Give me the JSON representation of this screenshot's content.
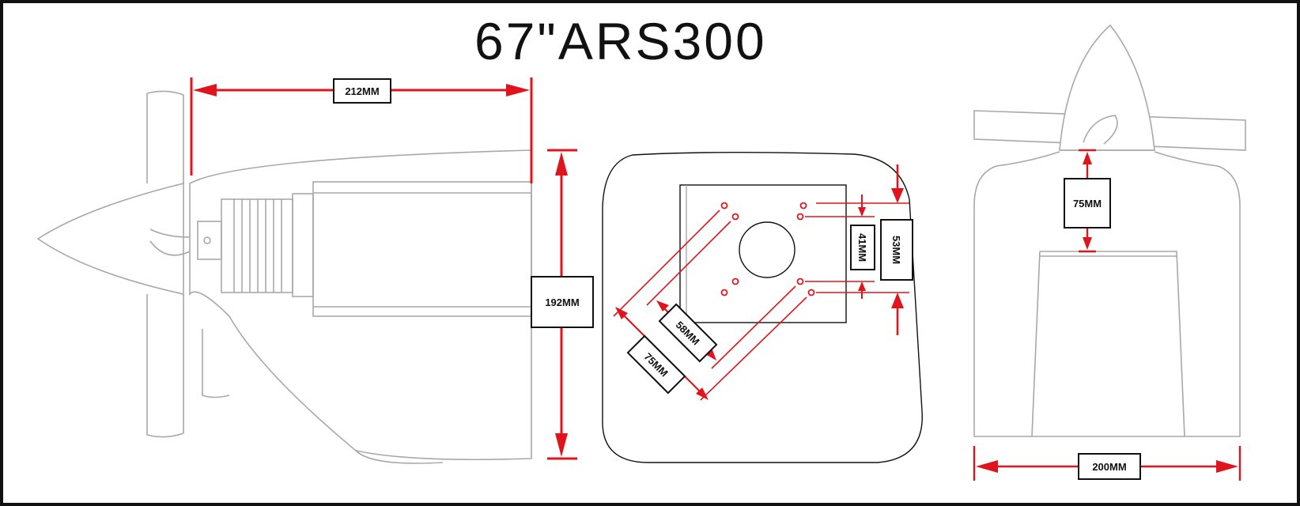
{
  "title": "67\"ARS300",
  "colors": {
    "dimension": "#e0141c",
    "outline": "#a8a8a8",
    "frame": "#111111"
  },
  "side_view": {
    "length_label": "212MM",
    "height_label": "192MM"
  },
  "mount_view": {
    "vertical_inner_label": "41MM",
    "vertical_outer_label": "53MM",
    "diagonal_inner_label": "58MM",
    "diagonal_outer_label": "75MM"
  },
  "front_view": {
    "height_label": "75MM",
    "width_label": "200MM"
  }
}
